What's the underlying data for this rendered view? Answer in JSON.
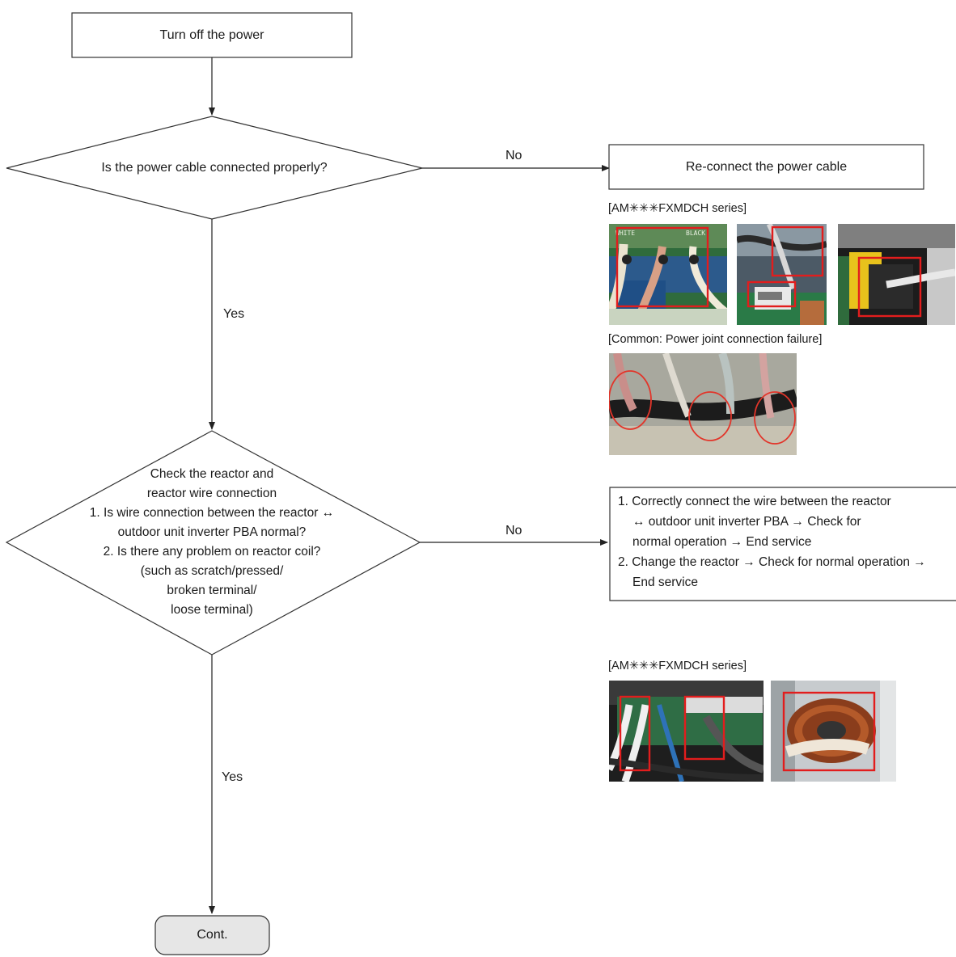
{
  "nodes": {
    "start": "Turn off the power",
    "q1": "Is the power cable connected properly?",
    "q1_no_action": "Re-connect the power cable",
    "q2_lines": [
      "Check the reactor and",
      "reactor wire connection",
      "1. Is wire connection between the reactor ↔",
      "outdoor unit inverter PBA normal?",
      "2. Is there any problem on reactor coil?",
      "(such as scratch/pressed/",
      "broken terminal/",
      "loose terminal)"
    ],
    "q2_no_action_lines": [
      "1. Correctly connect the wire between the reactor",
      "↔ outdoor unit inverter PBA → Check for",
      "normal operation → End service",
      "2. Change the reactor → Check for normal operation →",
      "End service"
    ],
    "end": "Cont."
  },
  "edges": {
    "q1_no": "No",
    "q1_yes": "Yes",
    "q2_no": "No",
    "q2_yes": "Yes"
  },
  "captions": {
    "series1": "[AM✳✳✳FXMDCH series]",
    "common": "[Common: Power joint connection failure]",
    "series2": "[AM✳✳✳FXMDCH series]"
  },
  "photo_labels": {
    "white": "WHITE",
    "black": "BLACK"
  }
}
